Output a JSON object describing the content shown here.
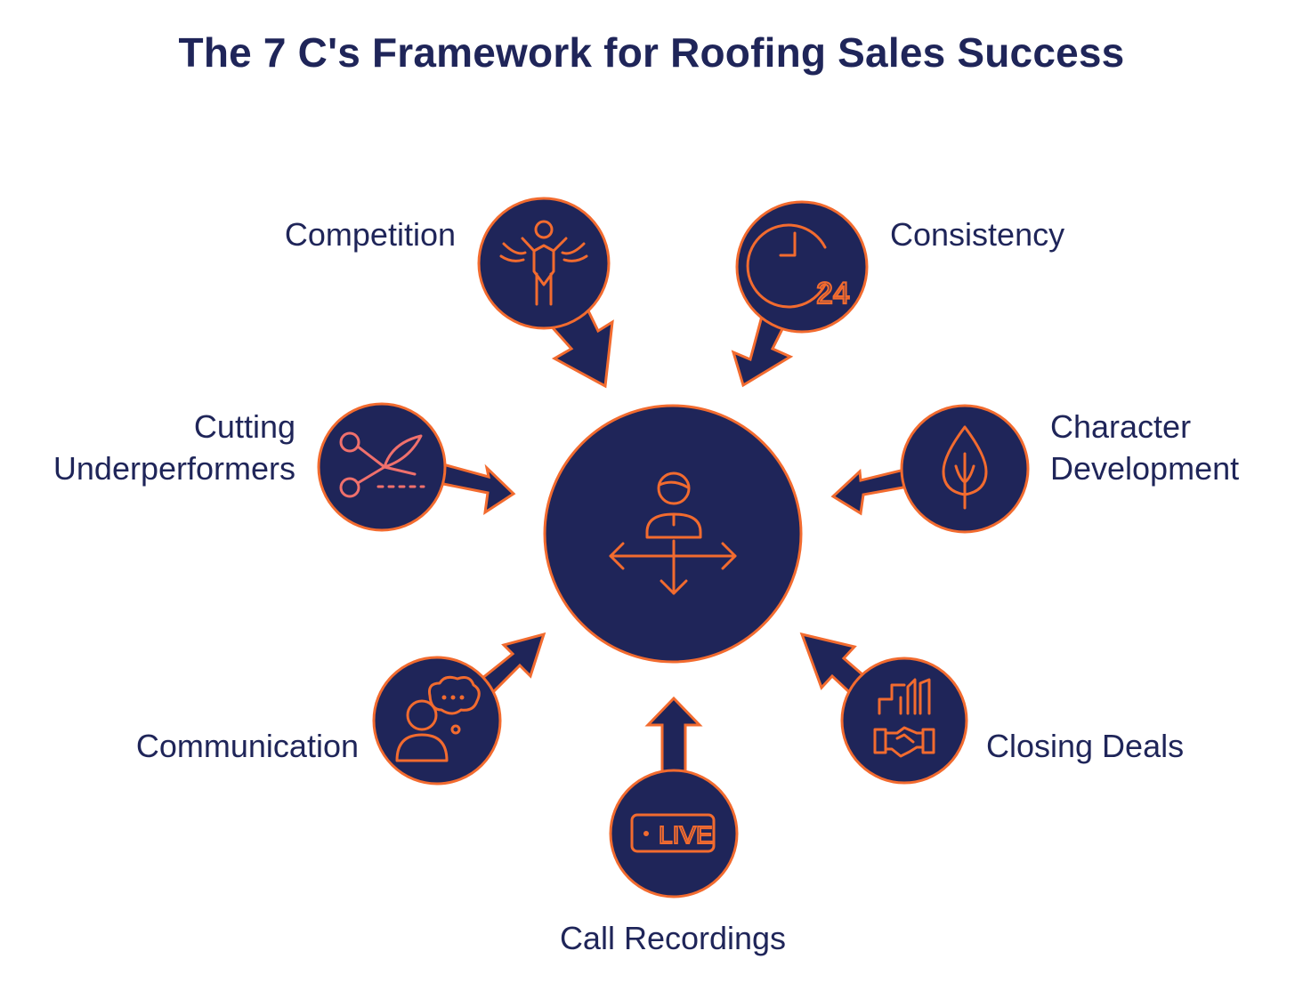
{
  "title": "The 7 C's Framework for Roofing Sales Success",
  "center": {
    "icon": "person-with-direction-arrows-icon"
  },
  "items": [
    {
      "id": "competition",
      "label_lines": [
        "Competition"
      ],
      "icon": "finish-line-runner-icon"
    },
    {
      "id": "consistency",
      "label_lines": [
        "Consistency"
      ],
      "icon": "clock-24-icon",
      "icon_text": "24"
    },
    {
      "id": "character-development",
      "label_lines": [
        "Character",
        "Development"
      ],
      "icon": "tree-icon"
    },
    {
      "id": "closing-deals",
      "label_lines": [
        "Closing Deals"
      ],
      "icon": "handshake-icon"
    },
    {
      "id": "call-recordings",
      "label_lines": [
        "Call Recordings"
      ],
      "icon": "live-badge-icon",
      "icon_text": "LIVE"
    },
    {
      "id": "communication",
      "label_lines": [
        "Communication"
      ],
      "icon": "person-thought-bubble-icon"
    },
    {
      "id": "cutting-underperformers",
      "label_lines": [
        "Cutting",
        "Underperformers"
      ],
      "icon": "scissors-cut-line-icon"
    }
  ],
  "colors": {
    "navy": "#1f2559",
    "orange": "#f26b2f",
    "scissors": "#f0706c",
    "background": "#ffffff"
  }
}
